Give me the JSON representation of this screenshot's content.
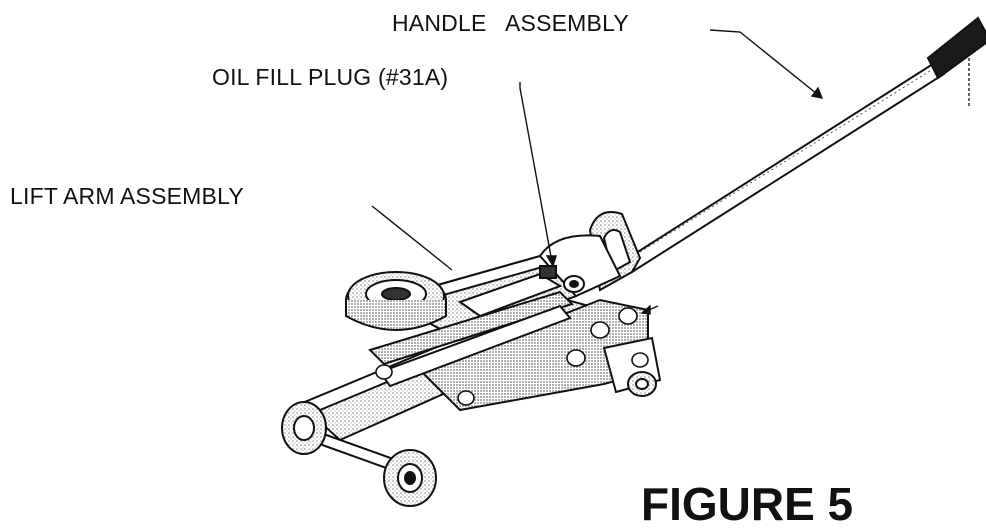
{
  "labels": {
    "handle": "HANDLE   ASSEMBLY",
    "oil_fill_plug": "OIL FILL PLUG (#31A)",
    "lift_arm": "LIFT ARM ASSEMBLY"
  },
  "figure_title": "FIGURE 5",
  "colors": {
    "ink": "#111111",
    "shade": "#bdbdbd",
    "background": "#ffffff"
  }
}
